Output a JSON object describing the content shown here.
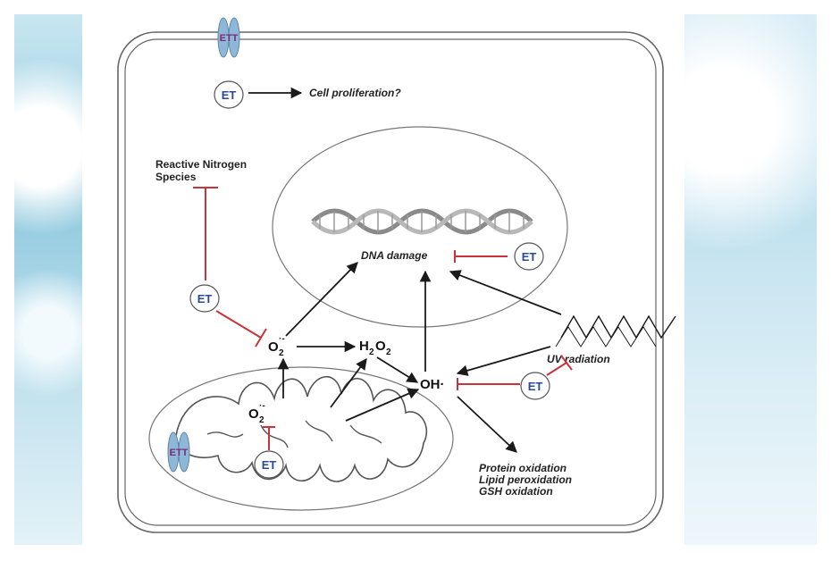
{
  "labels": {
    "et": "ET",
    "ett": "ETT",
    "cell_proliferation": "Cell proliferation?",
    "rns_line1": "Reactive Nitrogen",
    "rns_line2": "Species",
    "dna_damage": "DNA damage",
    "superoxide": "O",
    "superoxide_sub": "2",
    "superoxide_sup": "·-",
    "h2o2_h": "H",
    "h2o2_o": "O",
    "h2o2_sub": "2",
    "hydroxyl": "OH·",
    "uv": "UV radiation",
    "outcome1": "Protein oxidation",
    "outcome2": "Lipid peroxidation",
    "outcome3": "GSH oxidation"
  },
  "colors": {
    "inhibit": "#c8343a",
    "arrow": "#1a1a1a",
    "et_text": "#2a4a9a",
    "ett_text": "#7a2a7a",
    "transporter": "#8fb8d8"
  },
  "icons": {
    "dna": "dna-helix-icon",
    "mitochondrion": "mitochondrion-icon",
    "transporter": "transporter-icon",
    "uv": "uv-wave-icon"
  }
}
